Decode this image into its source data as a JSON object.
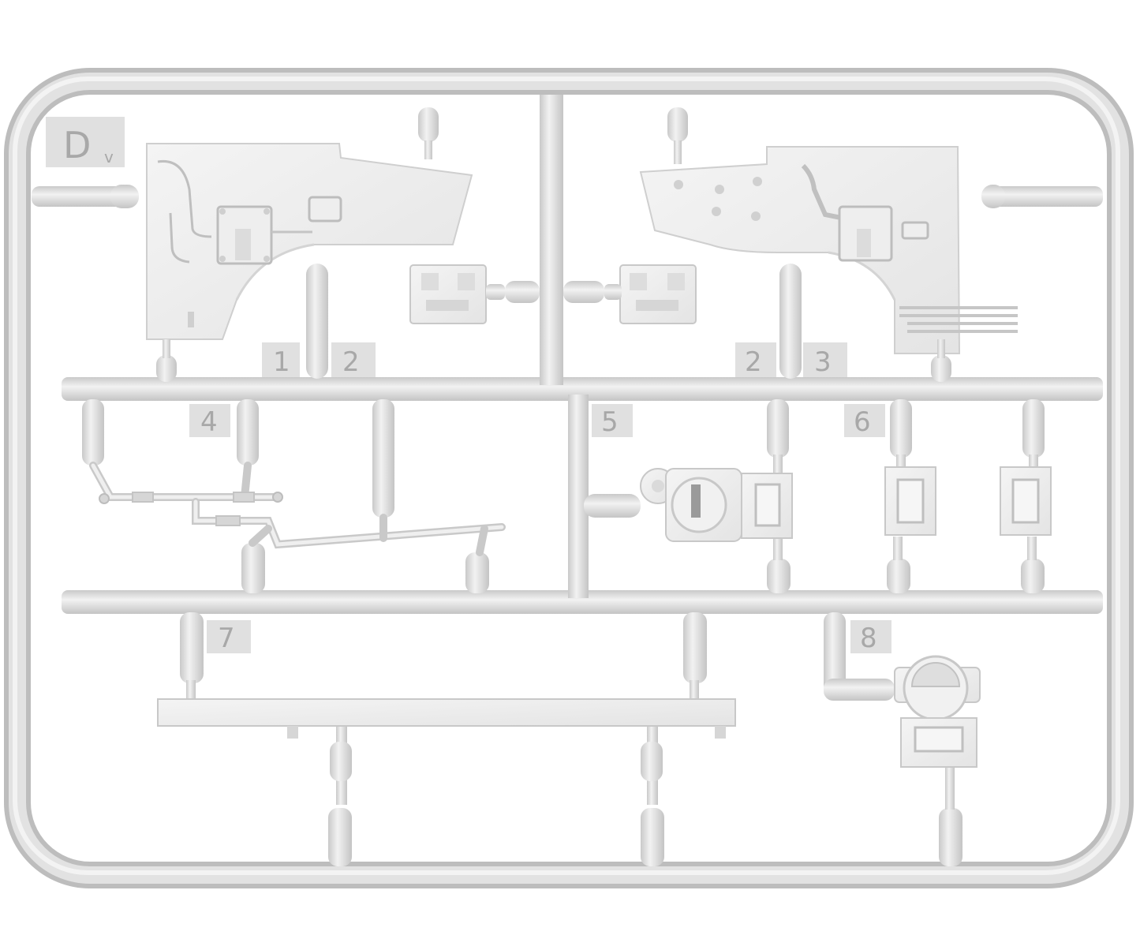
{
  "sprue": {
    "letter": "D",
    "subscript": "v",
    "frame_color": "#d9d9d9",
    "part_color": "#ececec",
    "label_bg": "#e0e0e0",
    "label_text_color": "#a8a8a8",
    "part_numbers": [
      "1",
      "2",
      "2",
      "3",
      "4",
      "5",
      "6",
      "7",
      "8"
    ]
  }
}
